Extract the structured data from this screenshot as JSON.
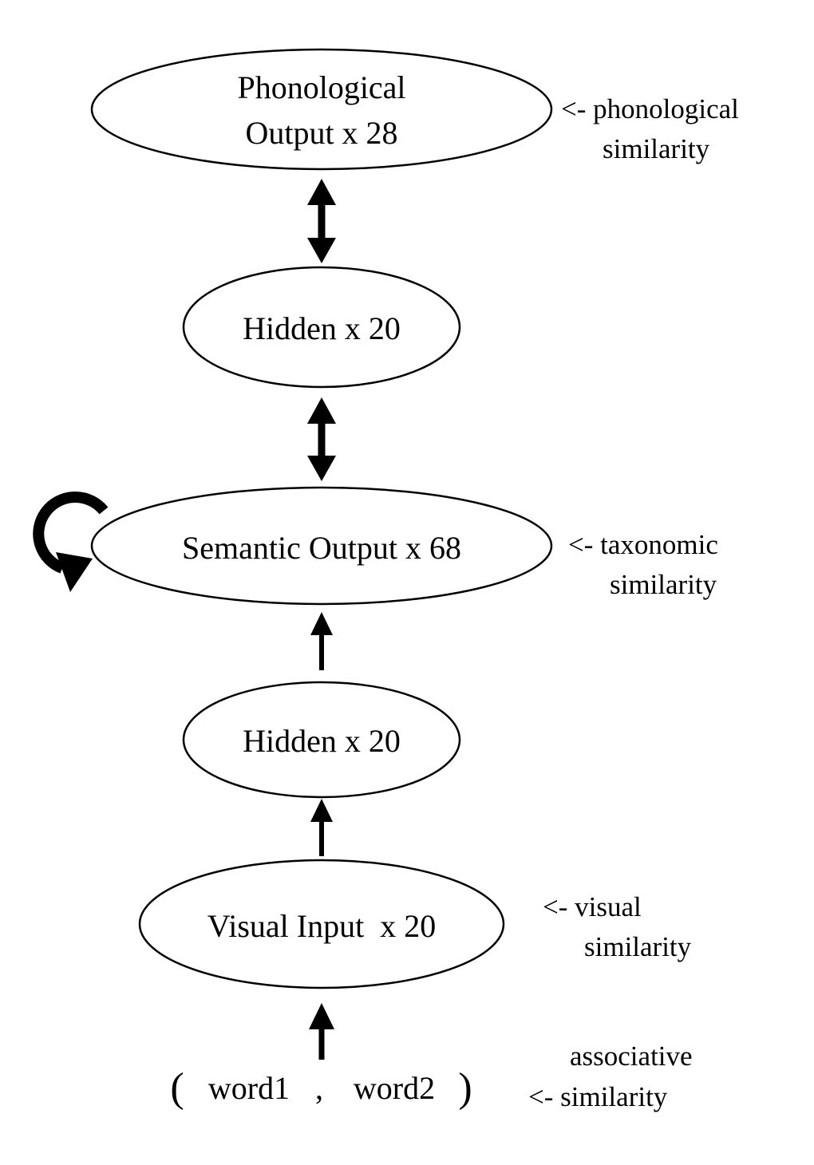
{
  "nodes": {
    "phonological_output": {
      "line1": "Phonological",
      "line2": "Output x 28"
    },
    "hidden_top": {
      "label": "Hidden x 20"
    },
    "semantic_output": {
      "label": "Semantic Output x 68"
    },
    "hidden_bottom": {
      "label": "Hidden x 20"
    },
    "visual_input": {
      "label": "Visual Input  x 20"
    }
  },
  "input_pair": {
    "open": "(",
    "word1": "word1",
    "comma": ",",
    "word2": "word2",
    "close": ")"
  },
  "annotations": {
    "phonological": {
      "line1": "<- phonological",
      "line2": "similarity"
    },
    "taxonomic": {
      "line1": "<- taxonomic",
      "line2": "similarity"
    },
    "visual": {
      "line1": "<- visual",
      "line2": "similarity"
    },
    "associative": {
      "line1": "associative",
      "line2": "<- similarity"
    }
  },
  "icons": {
    "recurrent": "clockwise-loop-arrow-icon",
    "bidirectional": "double-headed-arrow-icon",
    "feedforward": "up-arrow-icon"
  },
  "colors": {
    "ink": "#000000",
    "fill": "#ffffff"
  }
}
